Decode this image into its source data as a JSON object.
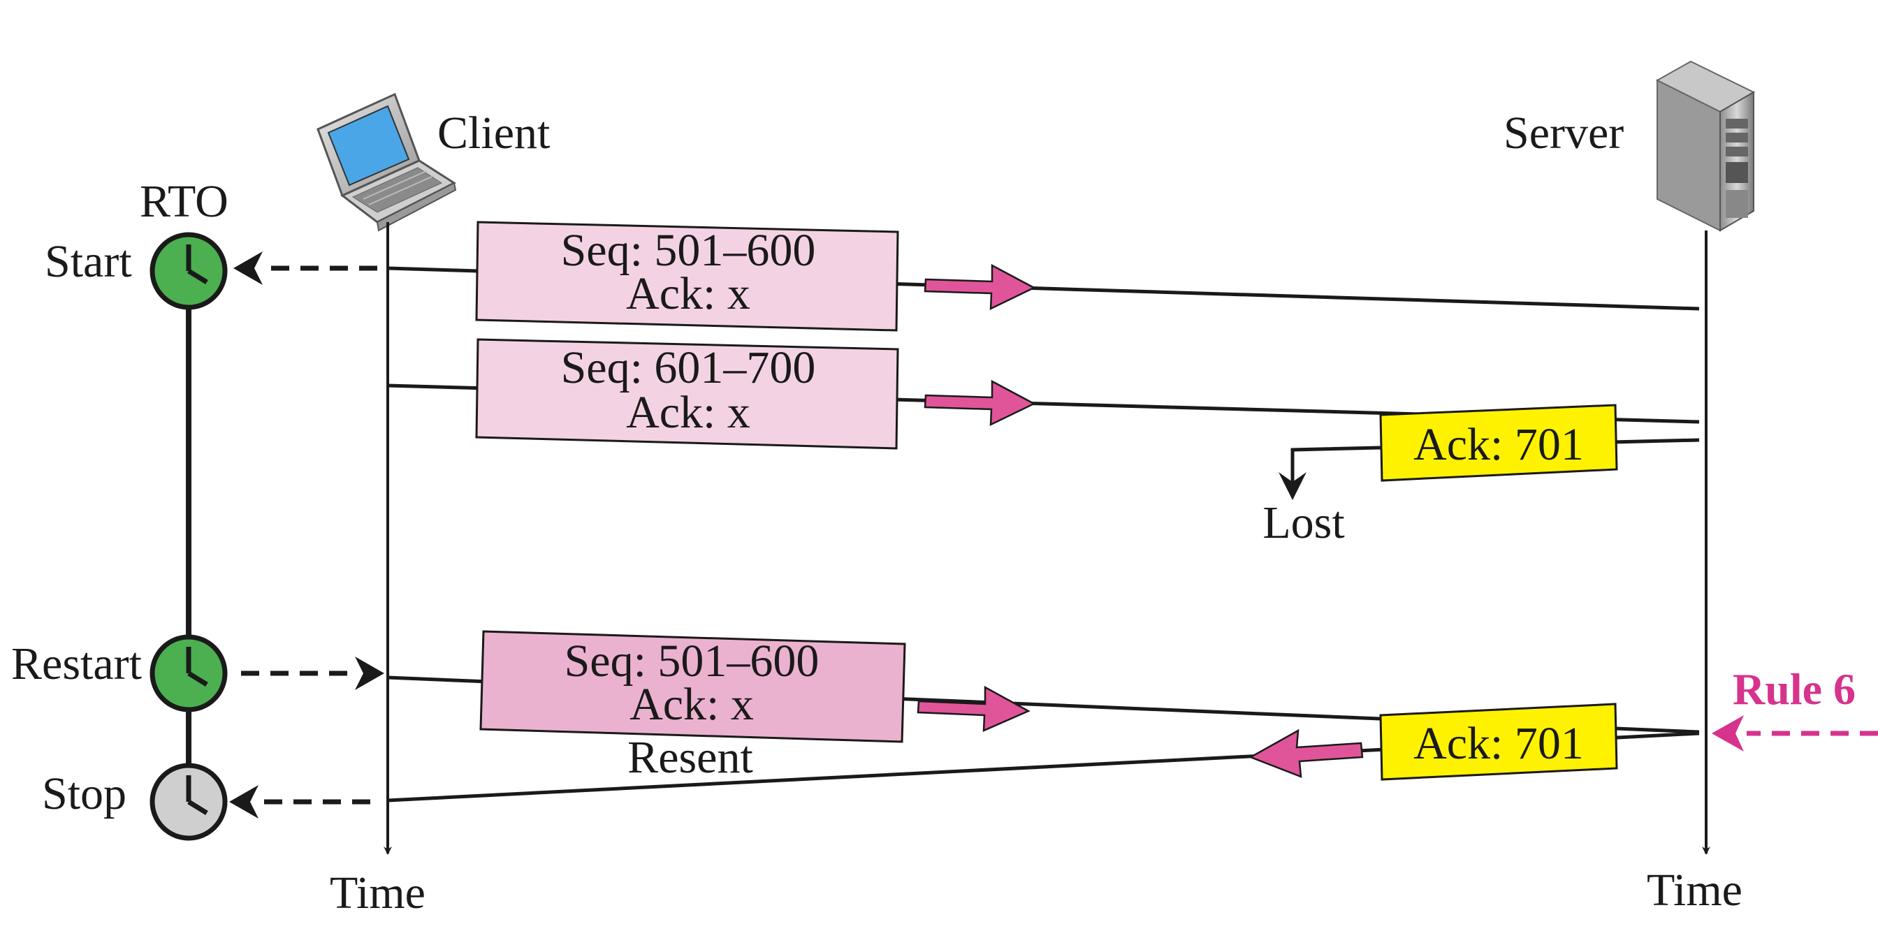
{
  "client": {
    "label": "Client",
    "time_label": "Time"
  },
  "server": {
    "label": "Server",
    "time_label": "Time"
  },
  "rto": {
    "title": "RTO",
    "start_label": "Start",
    "restart_label": "Restart",
    "stop_label": "Stop"
  },
  "segments": [
    {
      "seq": "Seq: 501–600",
      "ack": "Ack: x"
    },
    {
      "seq": "Seq: 601–700",
      "ack": "Ack: x"
    },
    {
      "seq": "Seq: 501–600",
      "ack": "Ack: x",
      "note": "Resent"
    }
  ],
  "acks": [
    {
      "label": "Ack: 701",
      "note": "Lost"
    },
    {
      "label": "Ack: 701"
    }
  ],
  "rule": {
    "label": "Rule 6"
  },
  "colors": {
    "segment_fill": "#f3d3e3",
    "resent_fill": "#ebb2cf",
    "ack_fill": "#fff200",
    "arrow_pink": "#e0559a",
    "rule_color": "#d6338c",
    "timer_green": "#4caf50",
    "timer_gray": "#cfcfcf",
    "screen_blue": "#4aa6e6"
  }
}
